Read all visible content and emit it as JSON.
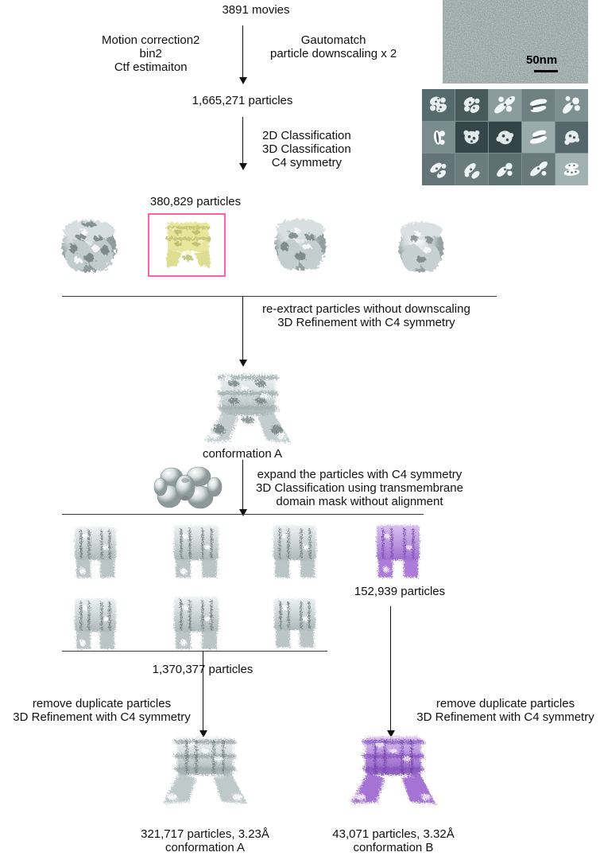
{
  "figure": {
    "type": "cryo-em-processing-workflow",
    "colors": {
      "selection_box": "#FF5FA8",
      "selected_class_density": "#E4E49B",
      "conformation_b_density": "#A06FD0",
      "conformation_a_density": "#BFC9CA",
      "micrograph_bg": "#7b8c8e",
      "line": "#111111"
    }
  },
  "steps": {
    "movies": "3891 movies",
    "left_processing": "Motion correction2\nbin2\nCtf estimaiton",
    "right_processing": "Gautomatch\nparticle downscaling x 2",
    "picked_particles": "1,665,271 particles",
    "classification": "2D Classification\n3D Classification\nC4 symmetry",
    "selected_class_count": "380,829 particles",
    "reextract": "re-extract particles without downscaling\n3D Refinement with C4 symmetry",
    "conformation_a_label": "conformation A",
    "symmetry_expansion": "expand the particles with C4 symmetry\n3D Classification using transmembrane\ndomain mask without alignment",
    "class_b_count": "152,939 particles",
    "class_a_count": "1,370,377 particles",
    "remove_dup_left": "remove duplicate particles\n3D Refinement with C4 symmetry",
    "remove_dup_right": "remove duplicate particles\n3D Refinement with C4 symmetry",
    "final_a": "321,717 particles, 3.23Å\nconformation A",
    "final_b": "43,071 particles, 3.32Å\nconformation B"
  },
  "micrograph": {
    "scale_bar_label": "50nm"
  },
  "class2d": {
    "rows": 3,
    "columns": 5,
    "count": 15
  },
  "class3d": {
    "count": 4,
    "selected_index": 1
  },
  "subclass3d": {
    "count": 7,
    "highlighted_index": 3
  }
}
